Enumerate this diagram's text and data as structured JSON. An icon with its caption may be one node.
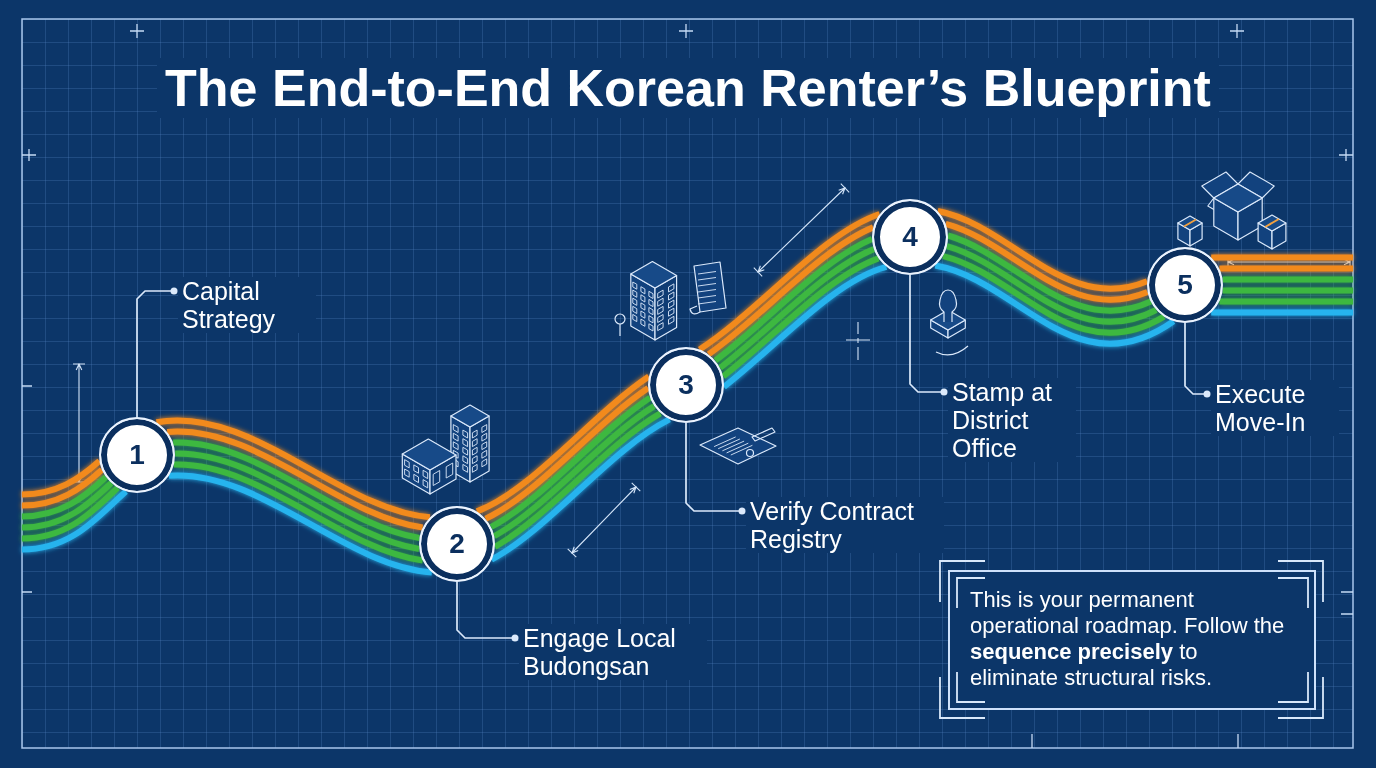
{
  "diagram": {
    "title": "The End-to-End Korean Renter’s Blueprint",
    "nodes": [
      {
        "text": [
          "1"
        ]
      },
      {
        "text": [
          "Capital Strategy"
        ]
      },
      {
        "text": [
          "2"
        ]
      },
      {
        "text": [
          "Engage Local Budongsan"
        ]
      },
      {
        "text": [
          "3"
        ]
      },
      {
        "text": [
          "Verify Contract Registry"
        ]
      },
      {
        "text": [
          "4"
        ]
      },
      {
        "text": [
          "Stamp at District Office"
        ]
      },
      {
        "text": [
          "5"
        ]
      },
      {
        "text": [
          "Execute Move-In"
        ]
      },
      {
        "text": [
          "This is your permanent operational roadmap. Follow the **sequence precisely** to eliminate structural risks."
        ]
      }
    ],
    "edges": [
      {
        "from": null,
        "to": 0,
        "arrow": "none"
      },
      {
        "from": 0,
        "to": 2,
        "arrow": "none"
      },
      {
        "from": 2,
        "to": 4,
        "arrow": "none"
      },
      {
        "from": 4,
        "to": 6,
        "arrow": "none"
      },
      {
        "from": 6,
        "to": 8,
        "arrow": "none"
      },
      {
        "from": 8,
        "to": null,
        "arrow": "none"
      },
      {
        "from": 1,
        "to": 0,
        "arrow": "other",
        "color": "#dbe9fb"
      },
      {
        "from": 3,
        "to": 2,
        "arrow": "other",
        "color": "#dbe9fb"
      },
      {
        "from": 5,
        "to": 4,
        "arrow": "other",
        "color": "#dbe9fb"
      },
      {
        "from": 7,
        "to": 6,
        "arrow": "other",
        "color": "#dbe9fb"
      },
      {
        "from": 9,
        "to": 8,
        "arrow": "other",
        "color": "#dbe9fb"
      }
    ]
  }
}
